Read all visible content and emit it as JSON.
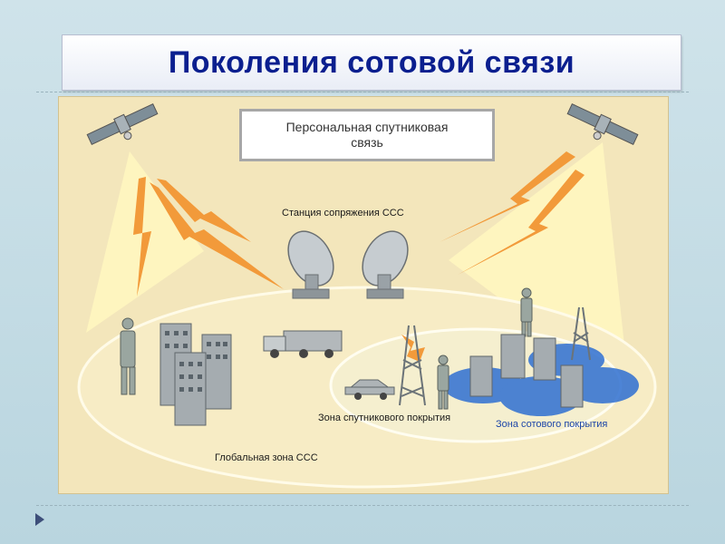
{
  "slide": {
    "title": "Поколения сотовой связи"
  },
  "diagram": {
    "banner_line1": "Персональная спутниковая",
    "banner_line2": "связь",
    "label_station": "Станция сопряжения ССС",
    "label_satellite_zone": "Зона спутникового покрытия",
    "label_cellular_zone": "Зона сотового покрытия",
    "label_global_zone": "Глобальная зона ССС"
  },
  "colors": {
    "title": "#0b1f8f",
    "figure_bg": "#f3e6bb",
    "beam": "#fff6b0",
    "lightning": "#f29a3a",
    "cell_zone": "#2f6fd2",
    "cell_label": "#1d46a8"
  },
  "icons": {
    "satellite_left": "satellite-icon",
    "satellite_right": "satellite-icon",
    "dish_left": "satellite-dish-icon",
    "dish_right": "satellite-dish-icon",
    "truck": "truck-icon",
    "car": "car-icon",
    "nav": "triangle-right-icon"
  }
}
